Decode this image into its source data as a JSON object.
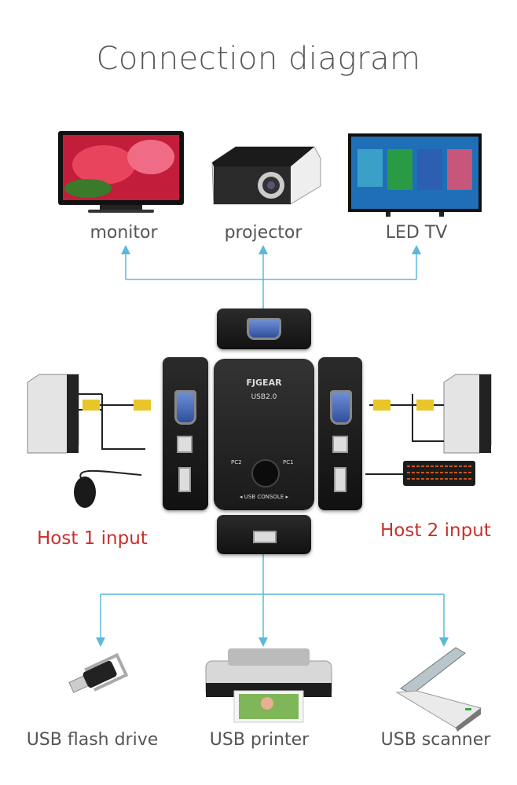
{
  "title": "Connection diagram",
  "outputs": [
    {
      "label": "monitor",
      "icon": "monitor-icon"
    },
    {
      "label": "projector",
      "icon": "projector-icon"
    },
    {
      "label": "LED TV",
      "icon": "led-tv-icon"
    }
  ],
  "hosts": [
    {
      "label": "Host 1 input"
    },
    {
      "label": "Host 2 input"
    }
  ],
  "usb_devices": [
    {
      "label": "USB flash drive",
      "icon": "usb-flash-drive-icon"
    },
    {
      "label": "USB printer",
      "icon": "usb-printer-icon"
    },
    {
      "label": "USB scanner",
      "icon": "usb-scanner-icon"
    }
  ],
  "device": {
    "brand": "FJGEAR",
    "model": "USB2.0",
    "console_label": "◂ USB CONSOLE ▸",
    "pc1": "PC1",
    "pc2": "PC2"
  },
  "colors": {
    "line": "#5ab8dc",
    "host_label": "#c9302c",
    "text": "#555555"
  }
}
